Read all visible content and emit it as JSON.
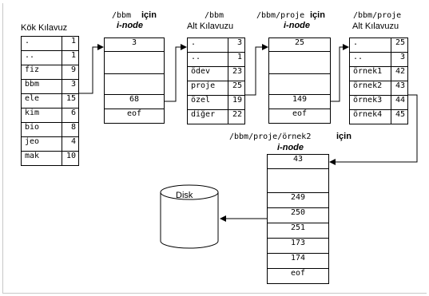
{
  "title_root": "Kök Kılavuz",
  "title_bbm_path": "/bbm",
  "title_bbm_suffix": "için",
  "title_bbm_inode": "i-node",
  "title_bbm_dir_path": "/bbm",
  "title_bbm_dir_label": "Alt Kılavuzu",
  "title_proje_path": "/bbm/proje",
  "title_proje_suffix": "için",
  "title_proje_inode": "i-node",
  "title_proje_dir_path": "/bbm/proje",
  "title_proje_dir_label": "Alt Kılavuzu",
  "title_ornek2_path": "/bbm/proje/örnek2",
  "title_ornek2_suffix": "için",
  "title_ornek2_inode": "i-node",
  "disk_label": "Disk",
  "root_dir": [
    {
      "name": ".",
      "inode": "1"
    },
    {
      "name": "..",
      "inode": "1"
    },
    {
      "name": "fiz",
      "inode": "9"
    },
    {
      "name": "bbm",
      "inode": "3"
    },
    {
      "name": "ele",
      "inode": "15"
    },
    {
      "name": "kim",
      "inode": "6"
    },
    {
      "name": "bio",
      "inode": "8"
    },
    {
      "name": "jeo",
      "inode": "4"
    },
    {
      "name": "mak",
      "inode": "10"
    }
  ],
  "bbm_inode": [
    "3",
    "",
    "",
    "68",
    "eof"
  ],
  "bbm_dir": [
    {
      "name": ".",
      "inode": "3"
    },
    {
      "name": "..",
      "inode": "1"
    },
    {
      "name": "ödev",
      "inode": "23"
    },
    {
      "name": "proje",
      "inode": "25"
    },
    {
      "name": "özel",
      "inode": "19"
    },
    {
      "name": "diğer",
      "inode": "22"
    }
  ],
  "proje_inode": [
    "25",
    "",
    "",
    "149",
    "eof"
  ],
  "proje_dir": [
    {
      "name": ".",
      "inode": "25"
    },
    {
      "name": "..",
      "inode": "3"
    },
    {
      "name": "örnek1",
      "inode": "42"
    },
    {
      "name": "örnek2",
      "inode": "43"
    },
    {
      "name": "örnek3",
      "inode": "44"
    },
    {
      "name": "örnek4",
      "inode": "45"
    }
  ],
  "ornek2_inode": [
    "43",
    "",
    "249",
    "250",
    "251",
    "173",
    "174",
    "eof"
  ]
}
